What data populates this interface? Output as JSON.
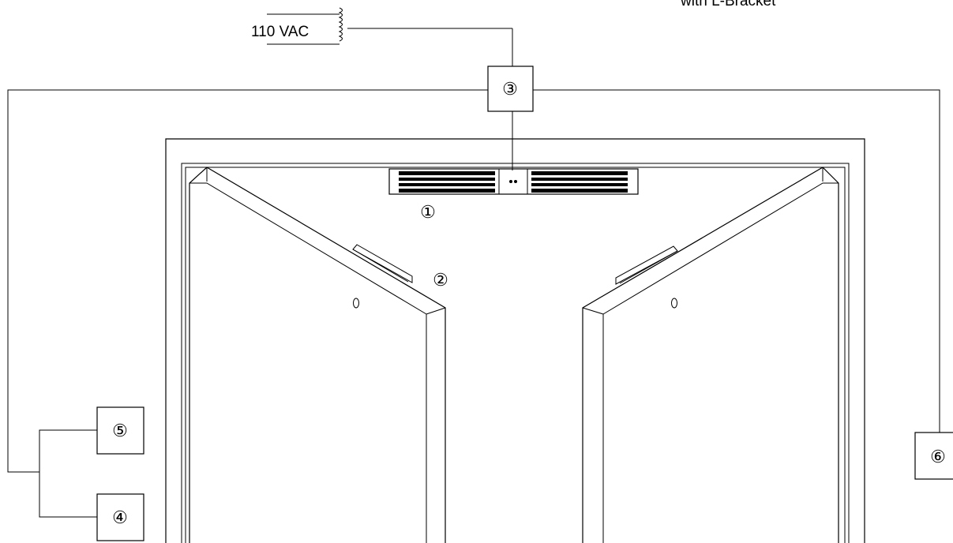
{
  "top_caption": "with L-Bracket",
  "power_label": "110 VAC",
  "callouts": {
    "maglock": "①",
    "bracket": "②",
    "power_supply": "③",
    "device_4": "④",
    "device_5": "⑤",
    "device_6": "⑥"
  }
}
